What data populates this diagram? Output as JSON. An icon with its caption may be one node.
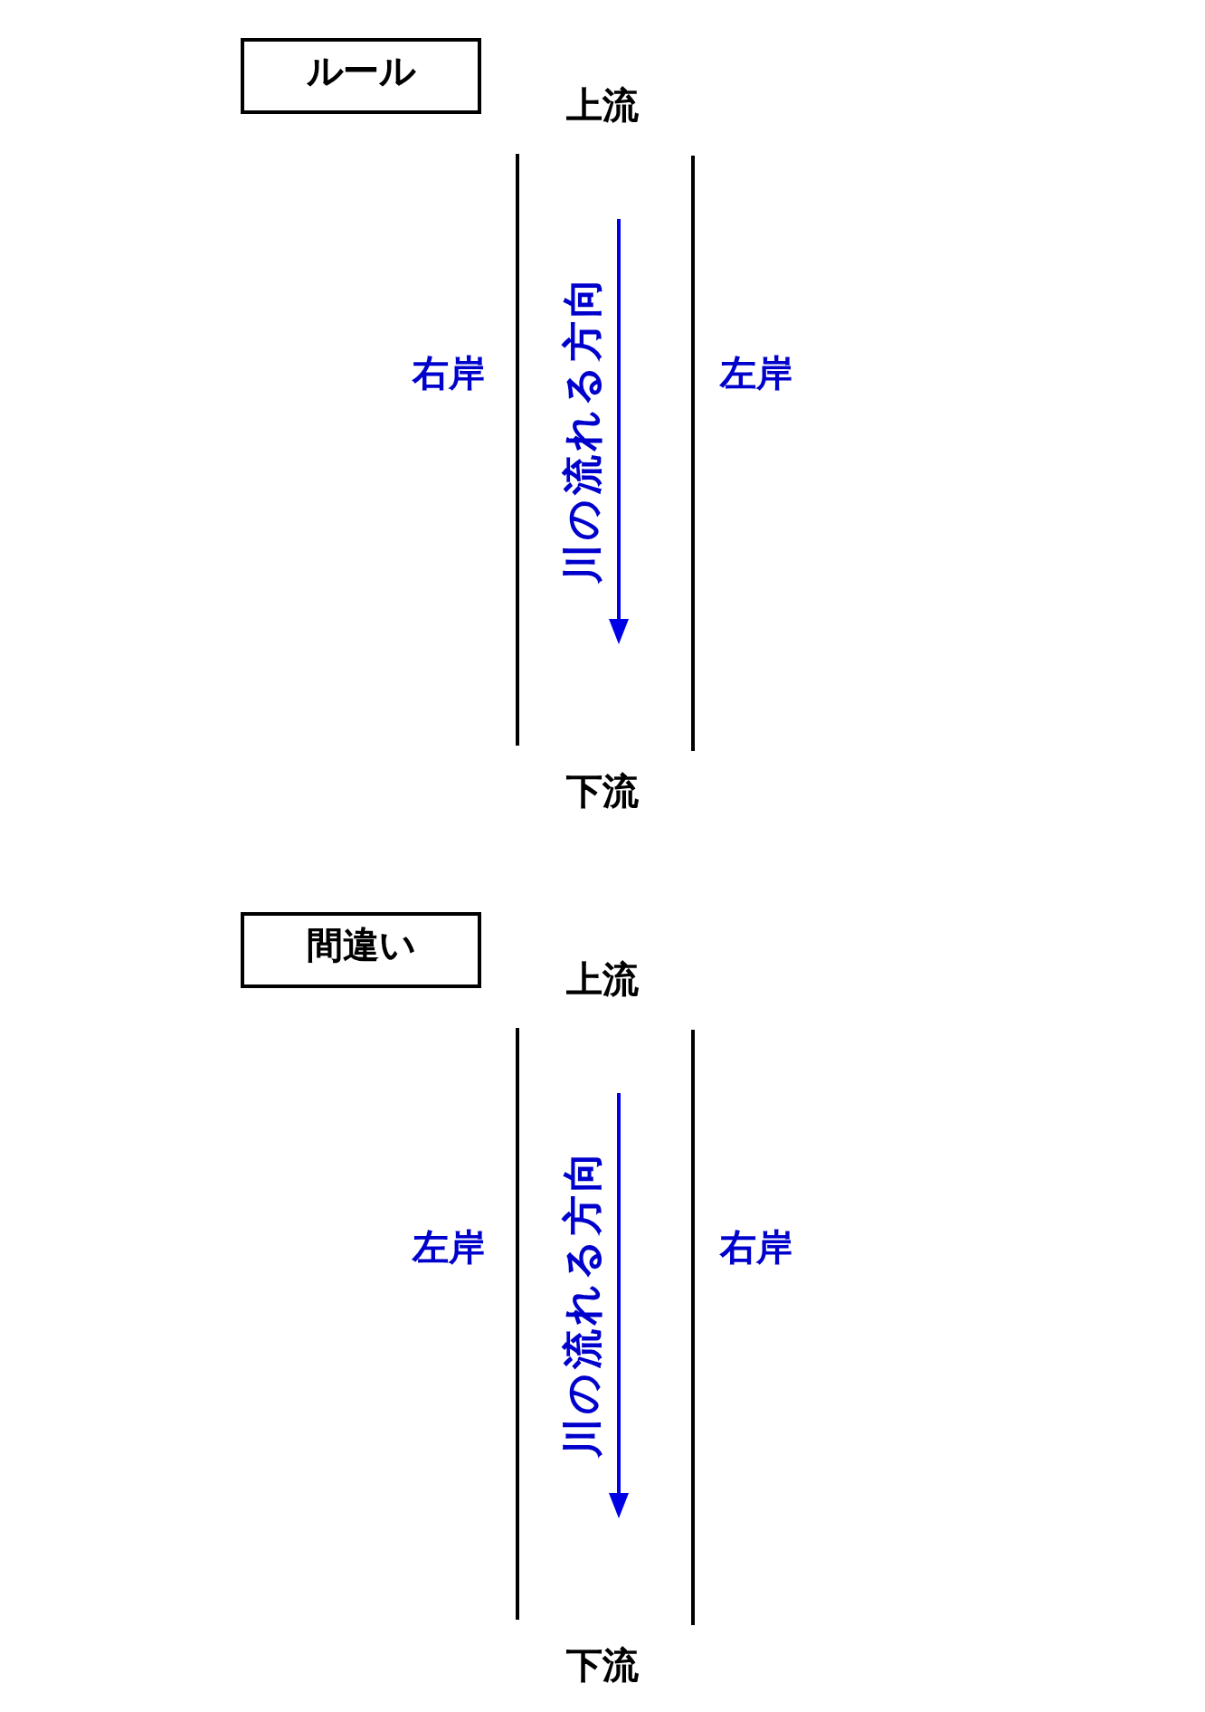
{
  "diagram": {
    "nodes": [
      {
        "text": [
          "ルール"
        ]
      },
      {
        "text": [
          "間違い"
        ]
      }
    ],
    "labels": [
      "上流",
      "右岸",
      "川の流れる方向",
      "左岸",
      "下流",
      "上流",
      "左岸",
      "川の流れる方向",
      "右岸",
      "下流"
    ]
  }
}
